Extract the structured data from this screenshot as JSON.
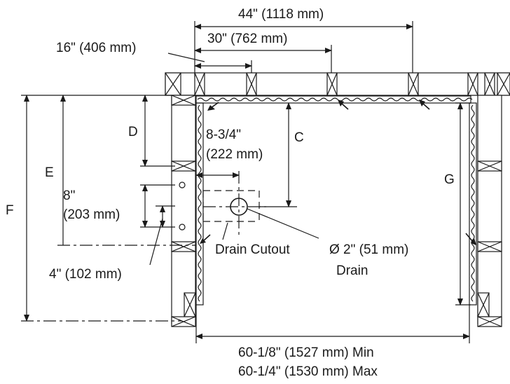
{
  "dimensions": {
    "dim_44": "44\" (1118 mm)",
    "dim_30": "30\" (762 mm)",
    "dim_16": "16\" (406 mm)",
    "dim_8_3_4_a": "8-3/4\"",
    "dim_8_3_4_b": "(222 mm)",
    "dim_8_a": "8\"",
    "dim_8_b": "(203 mm)",
    "dim_4": "4\" (102 mm)",
    "dim_min": "60-1/8\" (1527 mm) Min",
    "dim_max": "60-1/4\" (1530 mm) Max"
  },
  "letters": {
    "c": "C",
    "d": "D",
    "e": "E",
    "f": "F",
    "g": "G"
  },
  "callouts": {
    "drain_cutout": "Drain Cutout",
    "drain_size": "Ø 2\" (51 mm)",
    "drain": "Drain"
  }
}
